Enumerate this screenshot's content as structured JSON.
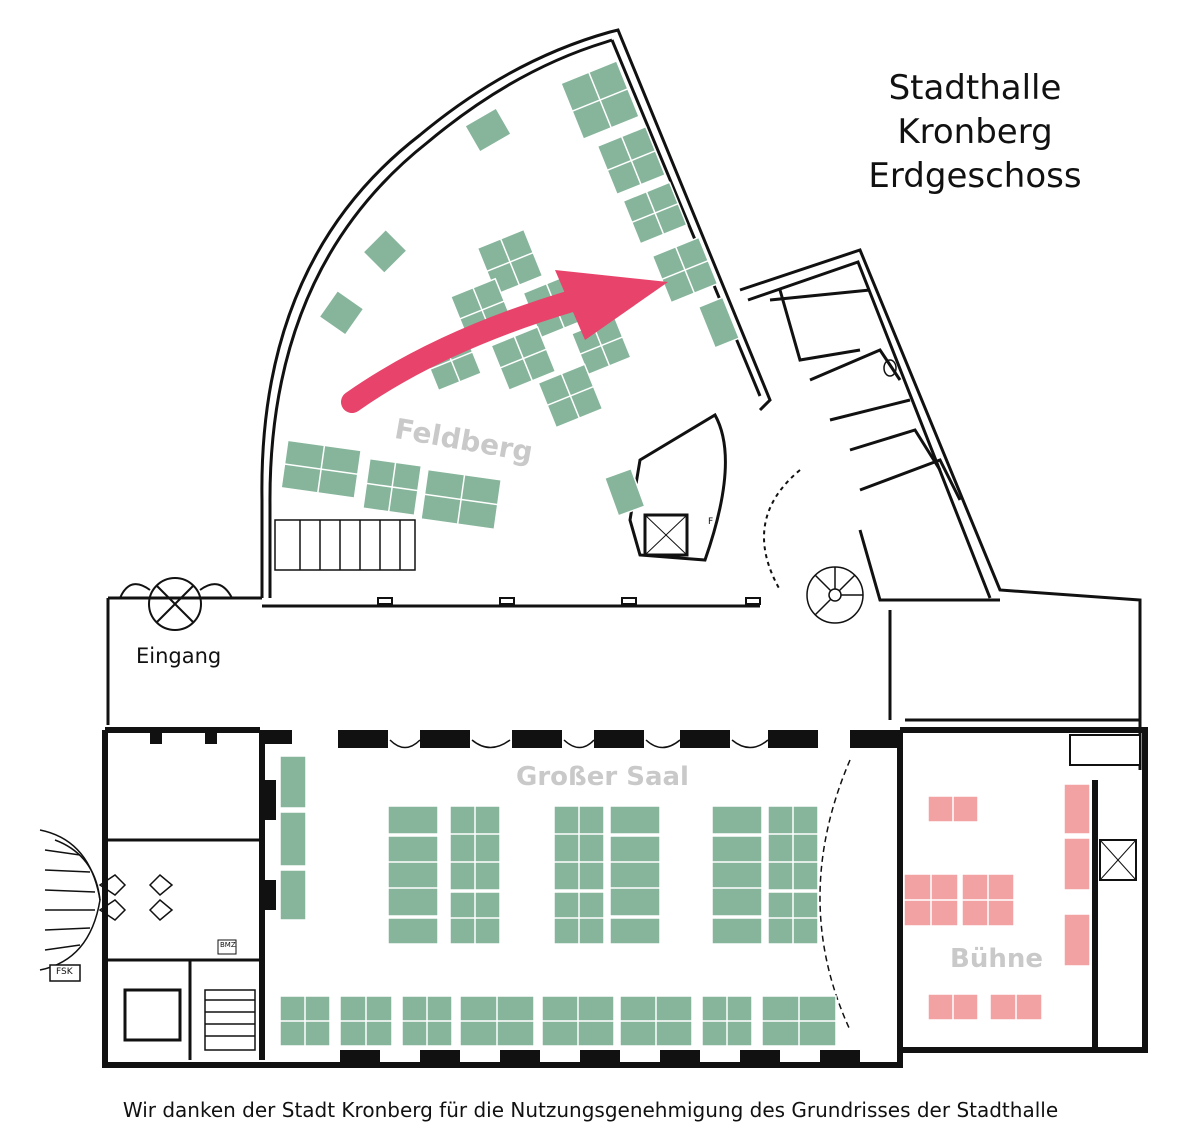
{
  "title": {
    "line1": "Stadthalle",
    "line2": "Kronberg",
    "line3": "Erdgeschoss"
  },
  "rooms": {
    "feldberg": "Feldberg",
    "grosser_saal": "Großer Saal",
    "buehne": "Bühne"
  },
  "entrance_label": "Eingang",
  "markers": {
    "fsk": "FSK",
    "bmz": "BMZ",
    "f": "F"
  },
  "credit": "Wir danken der Stadt Kronberg für die Nutzungsgenehmigung des Grundrisses der Stadthalle",
  "colors": {
    "table_green": "#86b59b",
    "stage_pink": "#f2a2a2",
    "arrow": "#e8436a",
    "wall": "#111111",
    "label_grey": "#c9c9c9"
  },
  "icons": [
    "arrow-icon",
    "staircase-icon",
    "spiral-staircase-icon",
    "door-icon",
    "toilet-icon",
    "elevator-icon"
  ]
}
